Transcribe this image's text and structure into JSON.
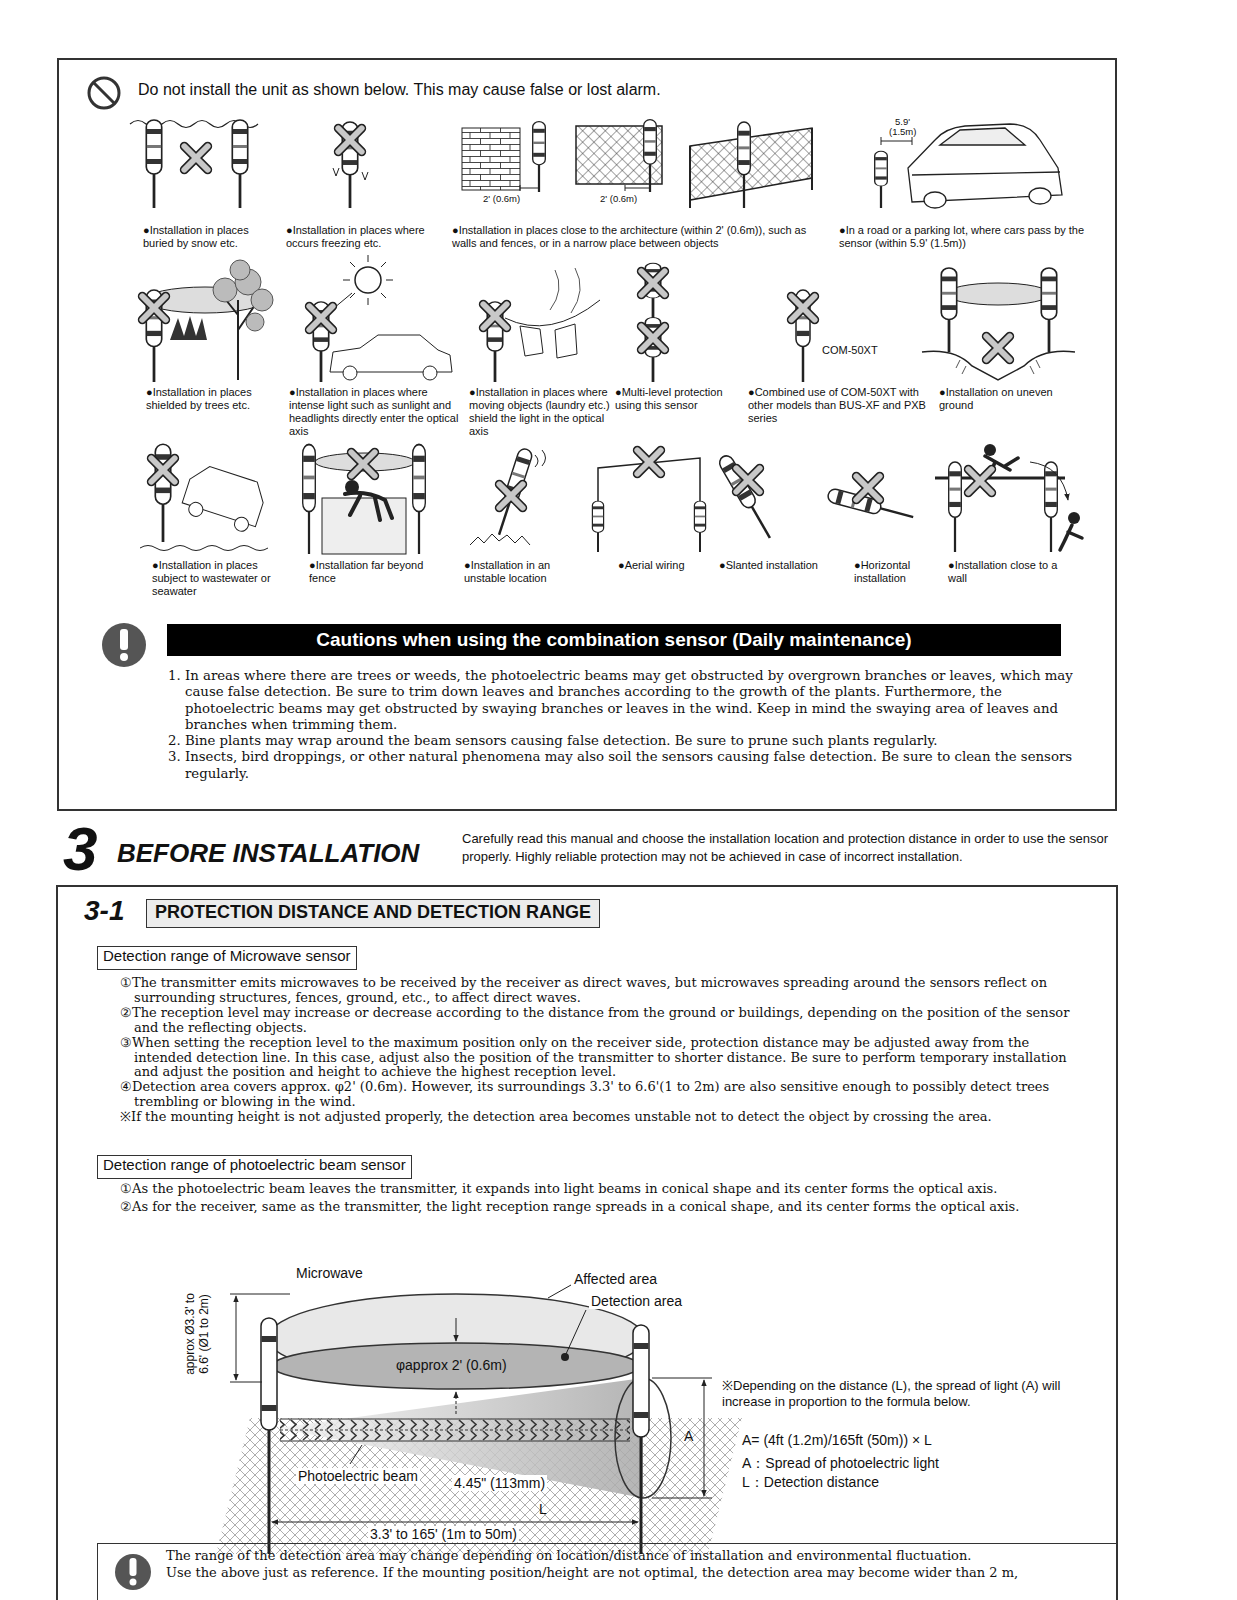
{
  "diagram": {
    "title": "BEFORE INSTALLATION",
    "nodes": [
      {
        "text": [
          "Do not install the unit as shown below. This may cause false or lost alarm."
        ]
      },
      {
        "text": [
          "Cautions when using the combination sensor (Daily maintenance)"
        ],
        "in": 0
      },
      {
        "text": [
          "PROTECTION DISTANCE AND DETECTION RANGE"
        ]
      },
      {
        "text": [
          "Detection range of Microwave sensor"
        ]
      },
      {
        "text": [
          "Detection range of photoelectric beam sensor"
        ]
      },
      {
        "text": [
          "The range of the detection area may change depending on location/distance of installation and environmental fluctuation.",
          "Use the above just as reference. If the mounting position/height are not optimal, the detection area may become wider than 2 m,"
        ]
      }
    ],
    "labels": [
      "2' (0.6m)",
      "2' (0.6m)",
      "5.9'",
      "(1.5m)",
      "●Installation in places buried by snow etc.",
      "●Installation in places where occurs freezing etc.",
      "●Installation in places close to the architecture (within 2' (0.6m)), such as walls and fences, or in a narrow place between objects",
      "●In a road or a parking lot, where cars pass by the sensor (within 5.9' (1.5m))",
      "COM-50XT",
      "●Installation in places shielded by trees etc.",
      "●Installation in places where intense light such as sunlight and headlights directly enter the optical axis",
      "●Installation in places where moving objects (laundry etc.) shield the light in the optical axis",
      "●Multi-level protection using this sensor",
      "●Combined use of COM-50XT with other models than BUS-XF and PXB series",
      "●Installation on uneven ground",
      "●Installation in places subject to wastewater or seawater",
      "●Installation far beyond fence",
      "●Installation in an unstable location",
      "●Aerial wiring",
      "●Slanted installation",
      "●Horizontal installation",
      "●Installation close to a wall",
      "1. In areas where there are trees or weeds, the photoelectric beams may get obstructed by overgrown branches or leaves, which may cause false detection. Be sure to trim down leaves and branches according to the growth of the plants. Furthermore, the photoelectric beams may get obstructed by swaying branches or leaves in the wind. Keep in mind the swaying area of leaves and branches when trimming them.",
      "2. Bine plants may wrap around the beam sensors causing false detection. Be sure to prune such plants regularly.",
      "3. Insects, bird droppings, or other natural phenomena may also soil the sensors causing false detection. Be sure to clean the sensors regularly.",
      "3",
      "Carefully read this manual and choose the installation location and protection distance in order to use the sensor properly. Highly reliable protection may not be achieved in case of incorrect installation.",
      "3-1",
      "①The transmitter emits microwaves to be received by the receiver as direct waves, but microwaves spreading around the sensors reflect on surrounding structures, fences, ground, etc., to affect direct waves.",
      "②The reception level may increase or decrease according to the distance from the ground or buildings, depending on the position of the sensor and the reflecting objects.",
      "③When setting the reception level to the maximum position only on the receiver side, protection distance may be adjusted away from the intended detection line. In this case, adjust also the position of the transmitter to shorter distance. Be sure to perform temporary installation and adjust the position and height to achieve the highest reception level.",
      "④Detection area covers approx. φ2' (0.6m). However, its surroundings 3.3' to 6.6'(1 to 2m) are also sensitive enough to possibly detect trees trembling or blowing in the wind.",
      "※If the mounting height is not adjusted properly, the detection area becomes unstable not to detect the object by crossing the area.",
      "①As the photoelectric beam leaves the transmitter, it expands into light beams in conical shape and its center forms the optical axis.",
      "②As for the receiver, same as the transmitter, the light reception range spreads in a conical shape, and its center forms the optical axis.",
      "Microwave",
      "Affected area",
      "Detection area",
      "approx Ø3.3' to 6.6' (Ø1 to 2m)",
      "φapprox 2' (0.6m)",
      "※Depending on the distance (L), the spread of light (A) will increase in proportion to the formula below.",
      "A",
      "A= (4ft (1.2m)/165ft (50m)) × L",
      "A：Spread of photoelectric light",
      "L：Detection distance",
      "Photoelectric beam",
      "4.45\" (113mm)",
      "L",
      "3.3' to 165' (1m to 50m)"
    ]
  }
}
